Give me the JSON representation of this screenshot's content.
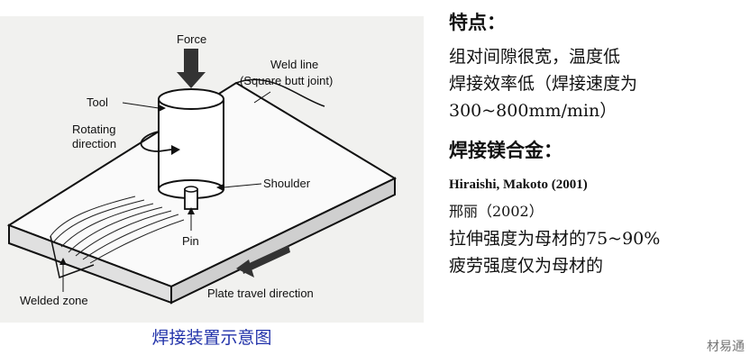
{
  "diagram": {
    "labels": {
      "force": "Force",
      "weld_line": "Weld line",
      "weld_line_sub": "(Square butt joint)",
      "tool": "Tool",
      "rotating": "Rotating",
      "direction": "direction",
      "shoulder": "Shoulder",
      "pin": "Pin",
      "welded_zone": "Welded zone",
      "plate_travel": "Plate travel direction"
    },
    "caption": "焊接装置示意图"
  },
  "notes": {
    "features_heading": "特点：",
    "feature_1": "组对间隙很宽，温度低",
    "feature_2a": "焊接效率低（焊接速度为",
    "feature_2b": "300~800mm/min）",
    "alloy_heading": "焊接镁合金：",
    "reference_1": "Hiraishi, Makoto (2001)",
    "reference_2": "邢丽（2002）",
    "result_1": "拉伸强度为母材的75~90%",
    "result_2": "疲劳强度仅为母材的"
  },
  "watermark": "材易通",
  "colors": {
    "caption": "#2233aa",
    "panel": "#f1f1ef"
  }
}
